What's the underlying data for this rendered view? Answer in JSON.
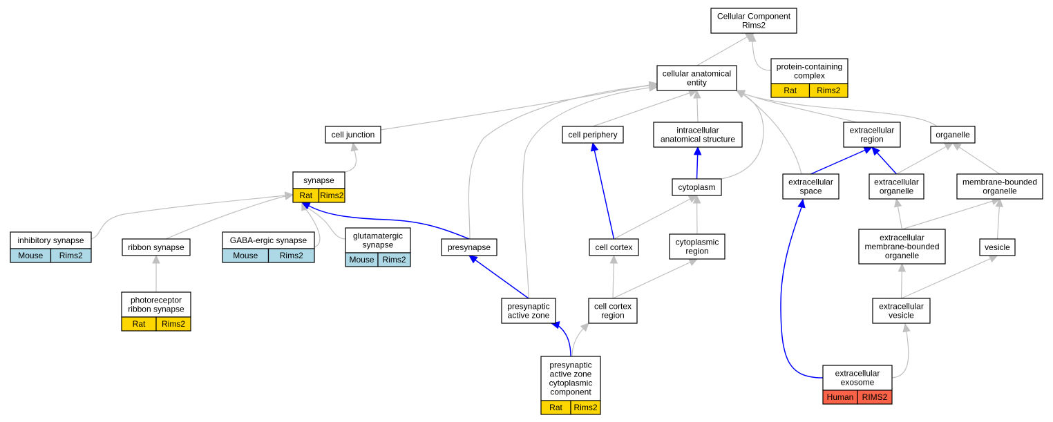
{
  "colors": {
    "rat": "#ffd700",
    "mouse": "#add8e6",
    "human": "#fa6347",
    "edge_is_a": "#c0c0c0",
    "edge_part_of": "#0000ff"
  },
  "nodes": [
    {
      "id": "root",
      "lines": [
        "Cellular Component",
        "Rims2"
      ]
    },
    {
      "id": "cae",
      "lines": [
        "cellular anatomical",
        "entity"
      ]
    },
    {
      "id": "pcc",
      "lines": [
        "protein-containing",
        "complex"
      ],
      "ann": [
        "Rat",
        "Rims2"
      ],
      "color": "rat"
    },
    {
      "id": "cj",
      "lines": [
        "cell junction"
      ]
    },
    {
      "id": "cp",
      "lines": [
        "cell periphery"
      ]
    },
    {
      "id": "ias",
      "lines": [
        "intracellular",
        "anatomical structure"
      ]
    },
    {
      "id": "er",
      "lines": [
        "extracellular",
        "region"
      ]
    },
    {
      "id": "org",
      "lines": [
        "organelle"
      ]
    },
    {
      "id": "syn",
      "lines": [
        "synapse"
      ],
      "ann": [
        "Rat",
        "Rims2"
      ],
      "color": "rat"
    },
    {
      "id": "cyto",
      "lines": [
        "cytoplasm"
      ]
    },
    {
      "id": "es",
      "lines": [
        "extracellular",
        "space"
      ]
    },
    {
      "id": "eo",
      "lines": [
        "extracellular",
        "organelle"
      ]
    },
    {
      "id": "mbo",
      "lines": [
        "membrane-bounded",
        "organelle"
      ]
    },
    {
      "id": "inh",
      "lines": [
        "inhibitory synapse"
      ],
      "ann": [
        "Mouse",
        "Rims2"
      ],
      "color": "mouse"
    },
    {
      "id": "rib",
      "lines": [
        "ribbon synapse"
      ]
    },
    {
      "id": "gaba",
      "lines": [
        "GABA-ergic synapse"
      ],
      "ann": [
        "Mouse",
        "Rims2"
      ],
      "color": "mouse"
    },
    {
      "id": "glu",
      "lines": [
        "glutamatergic",
        "synapse"
      ],
      "ann": [
        "Mouse",
        "Rims2"
      ],
      "color": "mouse"
    },
    {
      "id": "pre",
      "lines": [
        "presynapse"
      ]
    },
    {
      "id": "cc",
      "lines": [
        "cell cortex"
      ]
    },
    {
      "id": "cr",
      "lines": [
        "cytoplasmic",
        "region"
      ]
    },
    {
      "id": "embo",
      "lines": [
        "extracellular",
        "membrane-bounded",
        "organelle"
      ]
    },
    {
      "id": "ves",
      "lines": [
        "vesicle"
      ]
    },
    {
      "id": "prs",
      "lines": [
        "photoreceptor",
        "ribbon synapse"
      ],
      "ann": [
        "Rat",
        "Rims2"
      ],
      "color": "rat"
    },
    {
      "id": "paz",
      "lines": [
        "presynaptic",
        "active zone"
      ]
    },
    {
      "id": "ccr",
      "lines": [
        "cell cortex",
        "region"
      ]
    },
    {
      "id": "ev",
      "lines": [
        "extracellular",
        "vesicle"
      ]
    },
    {
      "id": "pazc",
      "lines": [
        "presynaptic",
        "active zone",
        "cytoplasmic",
        "component"
      ],
      "ann": [
        "Rat",
        "Rims2"
      ],
      "color": "rat"
    },
    {
      "id": "exo",
      "lines": [
        "extracellular",
        "exosome"
      ],
      "ann": [
        "Human",
        "RIMS2"
      ],
      "color": "human"
    }
  ],
  "edges": [
    {
      "from": "cae",
      "to": "root",
      "type": "is_a"
    },
    {
      "from": "pcc",
      "to": "root",
      "type": "is_a"
    },
    {
      "from": "cj",
      "to": "cae",
      "type": "is_a"
    },
    {
      "from": "cp",
      "to": "cae",
      "type": "is_a"
    },
    {
      "from": "ias",
      "to": "cae",
      "type": "is_a"
    },
    {
      "from": "er",
      "to": "cae",
      "type": "is_a"
    },
    {
      "from": "org",
      "to": "cae",
      "type": "is_a"
    },
    {
      "from": "pre",
      "to": "cae",
      "type": "is_a"
    },
    {
      "from": "paz",
      "to": "cae",
      "type": "is_a"
    },
    {
      "from": "cyto",
      "to": "cae",
      "type": "is_a"
    },
    {
      "from": "es",
      "to": "cae",
      "type": "is_a"
    },
    {
      "from": "syn",
      "to": "cj",
      "type": "is_a"
    },
    {
      "from": "inh",
      "to": "syn",
      "type": "is_a"
    },
    {
      "from": "rib",
      "to": "syn",
      "type": "is_a"
    },
    {
      "from": "gaba",
      "to": "syn",
      "type": "is_a"
    },
    {
      "from": "glu",
      "to": "syn",
      "type": "is_a"
    },
    {
      "from": "pre",
      "to": "syn",
      "type": "part_of"
    },
    {
      "from": "prs",
      "to": "rib",
      "type": "is_a"
    },
    {
      "from": "cyto",
      "to": "ias",
      "type": "part_of"
    },
    {
      "from": "cc",
      "to": "cp",
      "type": "part_of"
    },
    {
      "from": "cc",
      "to": "cyto",
      "type": "is_a"
    },
    {
      "from": "cr",
      "to": "cyto",
      "type": "is_a"
    },
    {
      "from": "es",
      "to": "er",
      "type": "part_of"
    },
    {
      "from": "eo",
      "to": "er",
      "type": "part_of"
    },
    {
      "from": "eo",
      "to": "org",
      "type": "is_a"
    },
    {
      "from": "mbo",
      "to": "org",
      "type": "is_a"
    },
    {
      "from": "paz",
      "to": "pre",
      "type": "part_of"
    },
    {
      "from": "ccr",
      "to": "cc",
      "type": "is_a"
    },
    {
      "from": "ccr",
      "to": "cr",
      "type": "is_a"
    },
    {
      "from": "embo",
      "to": "eo",
      "type": "is_a"
    },
    {
      "from": "embo",
      "to": "mbo",
      "type": "is_a"
    },
    {
      "from": "ves",
      "to": "mbo",
      "type": "is_a"
    },
    {
      "from": "ev",
      "to": "embo",
      "type": "is_a"
    },
    {
      "from": "ev",
      "to": "ves",
      "type": "is_a"
    },
    {
      "from": "pazc",
      "to": "paz",
      "type": "part_of"
    },
    {
      "from": "pazc",
      "to": "ccr",
      "type": "is_a"
    },
    {
      "from": "exo",
      "to": "es",
      "type": "part_of"
    },
    {
      "from": "exo",
      "to": "ev",
      "type": "is_a"
    }
  ]
}
